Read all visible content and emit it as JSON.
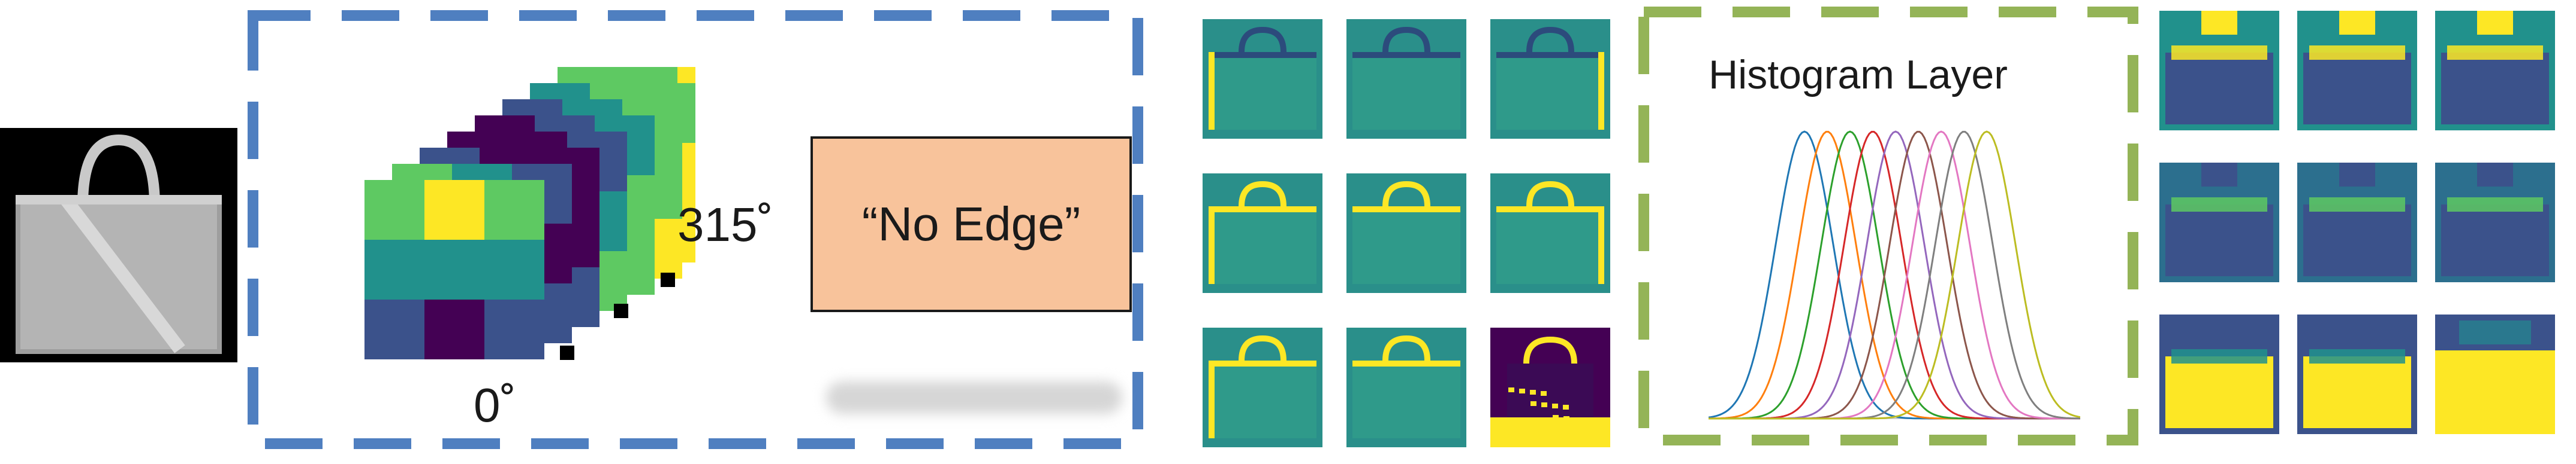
{
  "labels": {
    "no_edge": "“No Edge”",
    "angle_start": "0˚",
    "angle_end": "315˚",
    "histogram_layer": "Histogram Layer"
  },
  "colors": {
    "blue_dash": "#4f7fc0",
    "green_dash": "#94b457",
    "no_edge_fill": "#f8c39b",
    "viridis": [
      "#440154",
      "#3b528b",
      "#21918c",
      "#5ec962",
      "#fde725"
    ]
  },
  "histogram_bins": [
    {
      "color": "#1f77b4"
    },
    {
      "color": "#ff7f0e"
    },
    {
      "color": "#2ca02c"
    },
    {
      "color": "#d62728"
    },
    {
      "color": "#9467bd"
    },
    {
      "color": "#8c564b"
    },
    {
      "color": "#e377c2"
    },
    {
      "color": "#7f7f7f"
    },
    {
      "color": "#bcbd22"
    }
  ],
  "icons": [
    "input-bag-image",
    "edge-kernel-stack",
    "feature-map-grid",
    "histogram-curves",
    "histogram-output-grid"
  ]
}
